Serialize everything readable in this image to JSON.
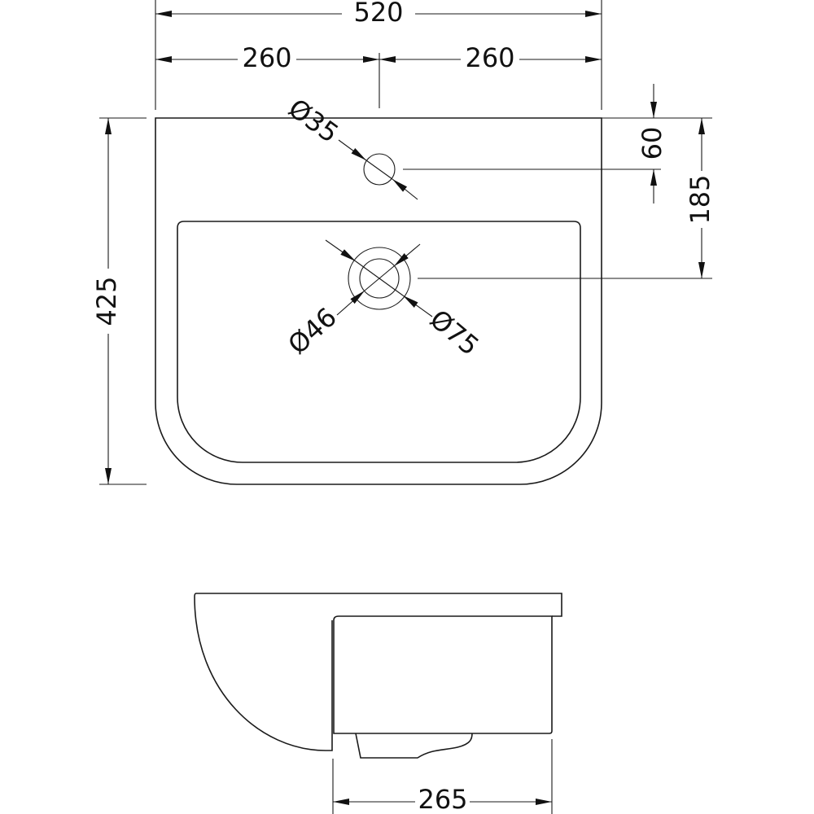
{
  "diagram": {
    "plan_view": {
      "overall_width": "520",
      "half_width_left": "260",
      "half_width_right": "260",
      "overall_depth": "425",
      "tap_hole_offset": "60",
      "waste_offset": "185",
      "tap_hole_diameter": "Ø35",
      "waste_inner_diameter": "Ø46",
      "waste_outer_diameter": "Ø75"
    },
    "side_view": {
      "projection_depth": "265"
    },
    "colors": {
      "line": "#1a1a1a",
      "background": "#ffffff"
    }
  }
}
